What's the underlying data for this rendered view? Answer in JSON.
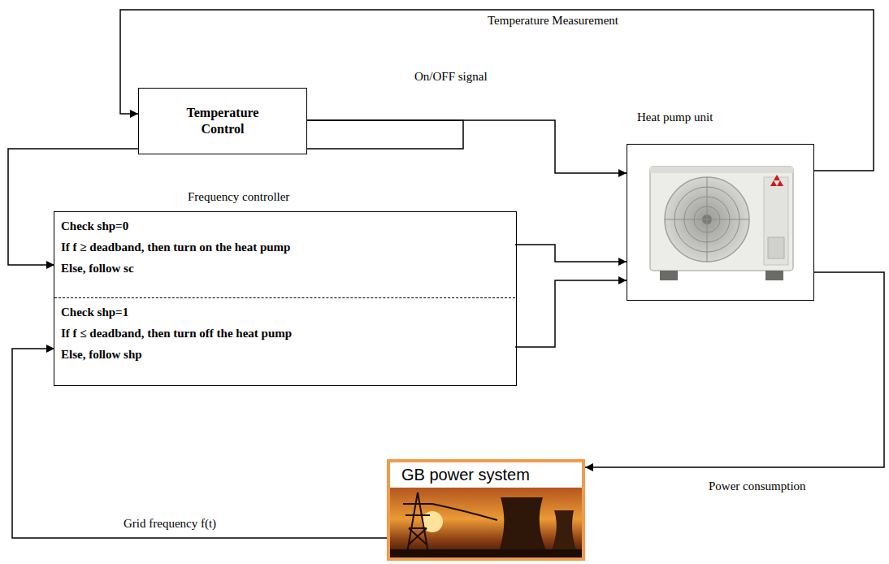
{
  "diagram": {
    "nodes": [
      {
        "text": [
          "Temperature Control"
        ]
      },
      {
        "text": [
          "Frequency controller"
        ]
      },
      {
        "text": [
          "Check shp=0",
          "If f ≥ deadband, then turn on the heat pump",
          "Else, follow sc"
        ],
        "in": 1
      },
      {
        "text": [
          "Check shp=1",
          "If f ≤ deadband, then turn off the heat pump",
          "Else, follow shp"
        ],
        "in": 1
      },
      {
        "text": [
          "Heat pump unit"
        ]
      },
      {
        "text": [
          "GB power system"
        ]
      }
    ],
    "edges": [
      {
        "from": 4,
        "to": 0,
        "arrow": "to",
        "label": "Temperature Measurement"
      },
      {
        "from": 0,
        "to": 4,
        "arrow": "to",
        "label": "On/OFF signal"
      },
      {
        "from": 0,
        "to": 2,
        "arrow": "to"
      },
      {
        "from": 2,
        "to": 4,
        "arrow": "to"
      },
      {
        "from": 3,
        "to": 4,
        "arrow": "to"
      },
      {
        "from": 4,
        "to": 5,
        "arrow": "to",
        "label": "Power consumption"
      },
      {
        "from": 5,
        "to": 3,
        "arrow": "to",
        "label": "Grid frequency f(t)"
      }
    ]
  }
}
